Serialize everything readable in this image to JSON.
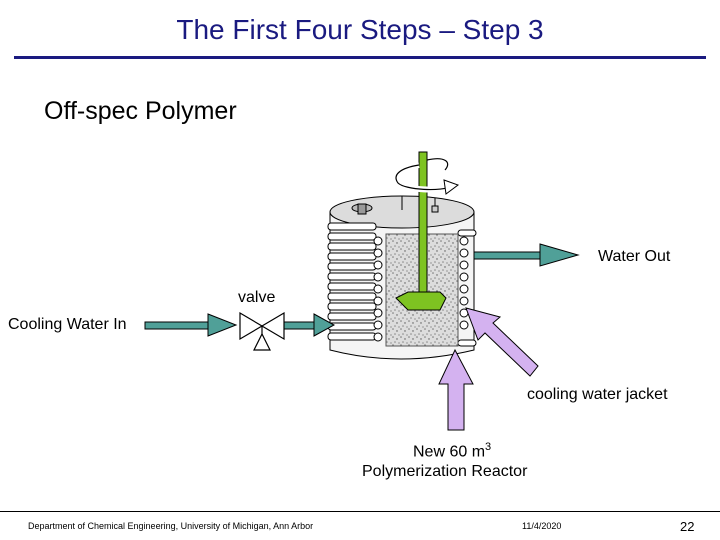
{
  "slide": {
    "title": "The First Four Steps – Step 3",
    "subtitle": "Off-spec Polymer",
    "page_number": "22"
  },
  "diagram": {
    "labels": {
      "water_out": "Water Out",
      "valve": "valve",
      "cooling_water_in": "Cooling Water In",
      "cooling_water_jacket": "cooling water jacket",
      "reactor_line1_prefix": "New 60 m",
      "reactor_line1_superscript": "3",
      "reactor_line2": "Polymerization  Reactor"
    }
  },
  "footer": {
    "department": "Department of Chemical Engineering, University of Michigan, Ann Arbor",
    "date": "11/4/2020"
  }
}
